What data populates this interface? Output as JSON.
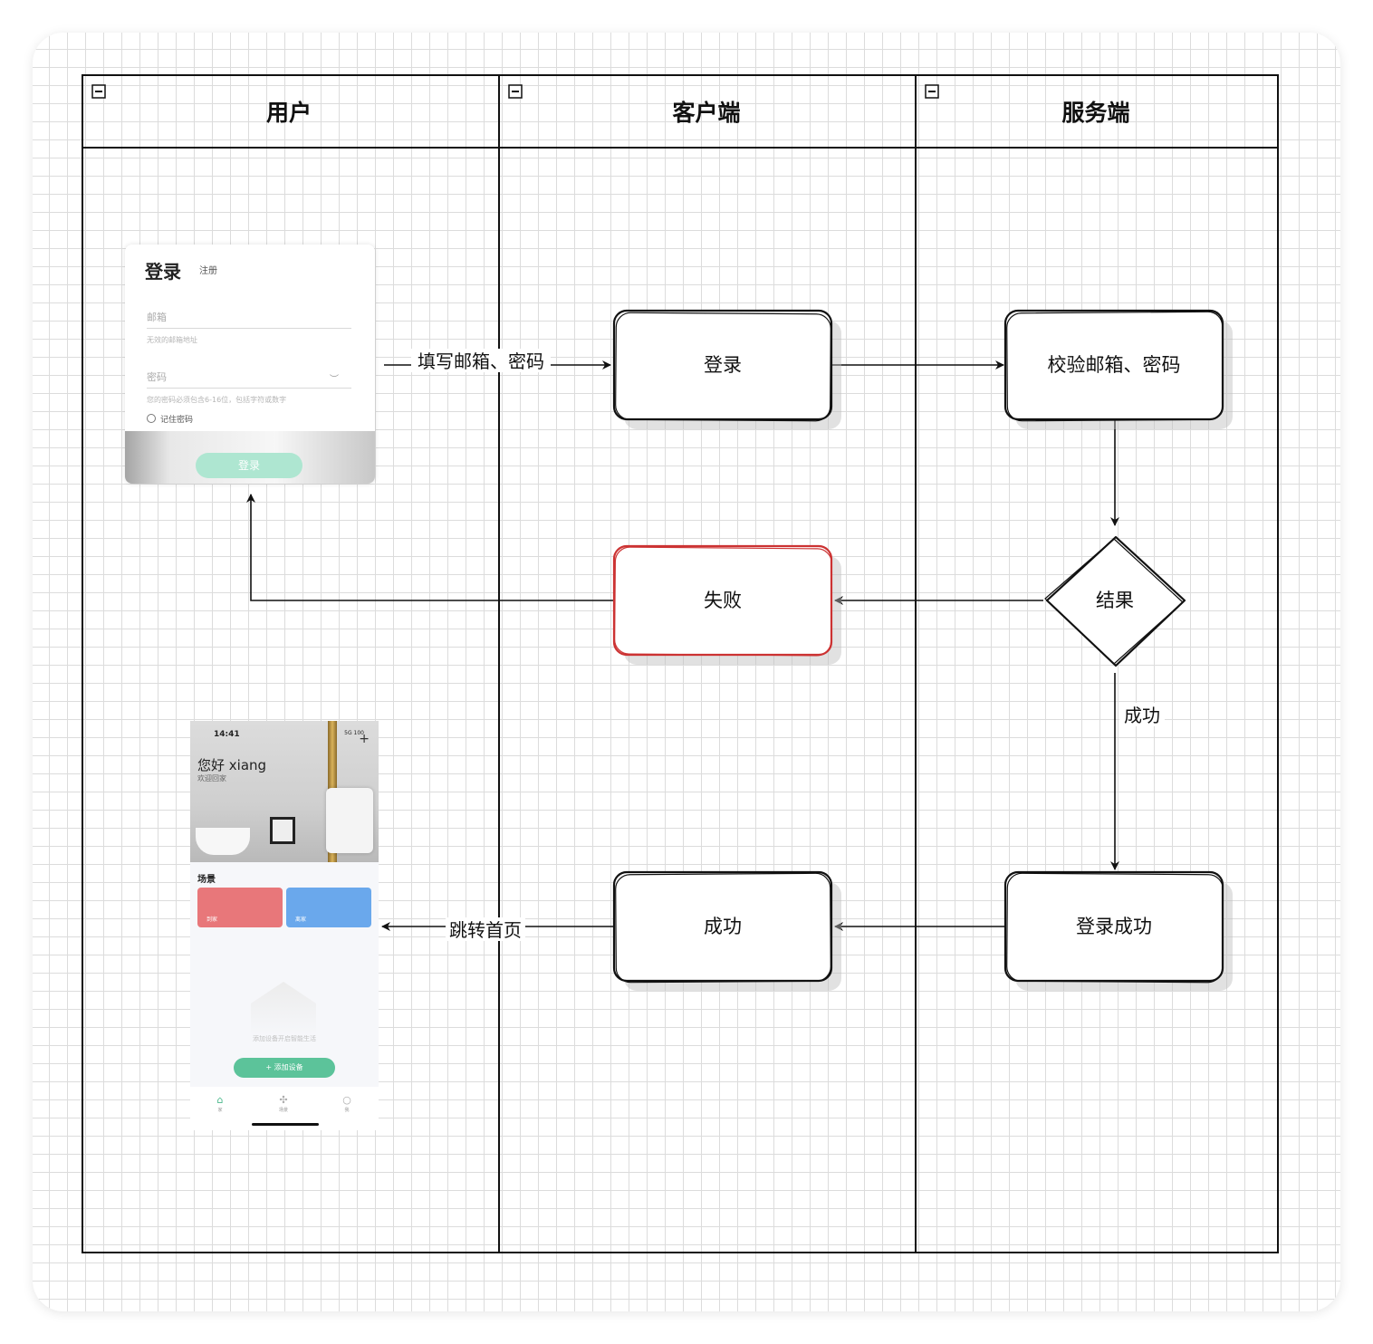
{
  "lanes": [
    {
      "title": "用户"
    },
    {
      "title": "客户端"
    },
    {
      "title": "服务端"
    }
  ],
  "nodes": {
    "login": "登录",
    "verify": "校验邮箱、密码",
    "fail": "失败",
    "result": "结果",
    "success_client": "成功",
    "success_server": "登录成功"
  },
  "edge_labels": {
    "fill": "填写邮箱、密码",
    "success": "成功",
    "jump": "跳转首页"
  },
  "colors": {
    "stroke": "#111111",
    "fail_stroke": "#cc3333",
    "shadow": "#bdbdbd",
    "grid": "#dcdcdc"
  },
  "login_screen": {
    "title": "登录",
    "register": "注册",
    "email_placeholder": "邮箱",
    "email_hint": "无效的邮箱地址",
    "password_placeholder": "密码",
    "password_hint": "您的密码必须包含6-16位，包括字符或数字",
    "remember": "记住密码",
    "button": "登录"
  },
  "home_screen": {
    "time": "14:41",
    "status": "5G 100",
    "greeting": "您好 xiang",
    "welcome": "欢迎回家",
    "scene_title": "场景",
    "scenes": [
      {
        "label": "到家",
        "color": "#e8777a"
      },
      {
        "label": "离家",
        "color": "#6aa8ec"
      }
    ],
    "empty_text": "添加设备开启智能生活",
    "add_button": "+ 添加设备",
    "tabs": [
      {
        "label": "家",
        "icon": "home-icon"
      },
      {
        "label": "场景",
        "icon": "scene-icon"
      },
      {
        "label": "我",
        "icon": "person-icon"
      }
    ]
  }
}
